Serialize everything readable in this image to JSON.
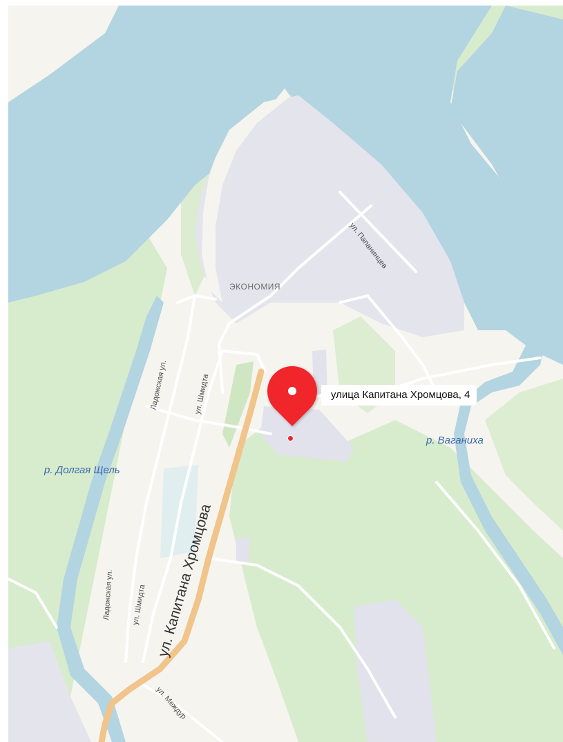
{
  "colors": {
    "water": "#b3d4e1",
    "land": "#f6f4ef",
    "forest": "#d7ebcd",
    "industrial": "#e5e5ed",
    "main_road": "#f0c48a",
    "pin": "#f0262b"
  },
  "map": {
    "district": "ЭКОНОМИЯ",
    "rivers": [
      "р. Долгая Щель",
      "р. Ваганиха"
    ],
    "streets": {
      "papanintsev": "ул. Папанинцев",
      "ladozhskaya_top": "Ладожская ул.",
      "ladozhskaya_bottom": "Ладожская ул.",
      "shmidta_top": "ул. Шмидта",
      "shmidta_bottom": "ул. Шмидта",
      "kapitana_khromtsova": "ул. Капитана Хромцова",
      "mezhdu": "ул. Междур"
    }
  },
  "marker": {
    "icon": "map-pin-icon",
    "address": "улица Капитана Хромцова, 4"
  }
}
